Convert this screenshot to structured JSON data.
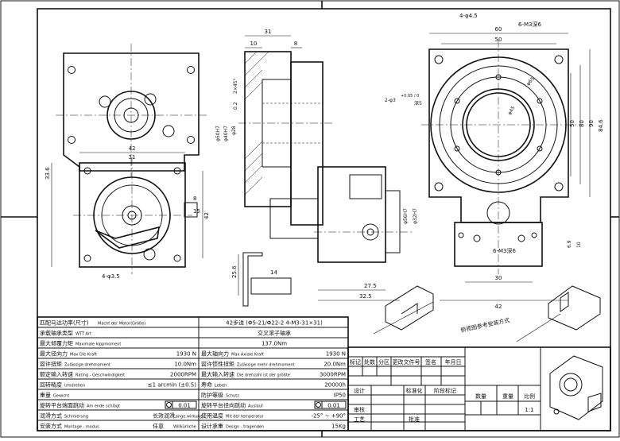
{
  "drawing": {
    "dims": {
      "d31": "31",
      "d10": "10",
      "d8": "8",
      "d2x45": "2×45°",
      "d02": "0.2",
      "d_phi50h7": "φ50H7",
      "d_phi40h7": "φ40H7",
      "d_phi28": "φ28",
      "d4phi45": "4-φ4.5",
      "d6m3": "6-M3深6",
      "d60": "60",
      "d50": "50",
      "d_phi65": "φ65",
      "d2phi3": "2-φ3",
      "d_phi3tol": "+0.05 / 0",
      "d_d8": "深5",
      "d_phi45": "φ45",
      "d50v": "50",
      "d80v": "80",
      "d90v": "90",
      "d846": "84.6",
      "d6m3b": "6-M3深6",
      "d69": "6.9",
      "d10b": "10",
      "d30": "30",
      "d42b": "42",
      "d42": "42",
      "d31b": "31",
      "d336": "33.6",
      "d42v": "42",
      "d4phi35": "4-φ3.5",
      "d8b": "8",
      "d15": "15",
      "d_phi56h": "φ56H7",
      "d_phi32h": "φ32H7",
      "d256": "25.6",
      "d275": "27.5",
      "d325": "32.5",
      "d14": "14"
    },
    "mount_note": "俯视图参考安装方式"
  },
  "spec_table": {
    "rows": [
      {
        "l_cn": "匹配马达功率(尺寸)",
        "l_de": "Macht der Motor(Größe)",
        "v": "42步进 (Φ5-21/Φ22-2 4-M3-31×31)",
        "span": true
      },
      {
        "l_cn": "承载轴承类型",
        "l_de": "WTT Art",
        "v": "交叉滚子轴承",
        "span": true
      },
      {
        "l_cn": "最大倾覆力矩",
        "l_de": "Maximale kippmoment",
        "v": "137.0Nm",
        "span": true
      },
      {
        "l_cn": "最大径向力",
        "l_de": "Max Die Kraft",
        "v": "1930 N",
        "r_cn": "最大轴向力",
        "r_de": "Max Axiale Kraft",
        "rv": "1930 N"
      },
      {
        "l_cn": "容许扭矩",
        "l_de": "Zulässige drehmoment",
        "v": "10.0Nm",
        "r_cn": "容许惯性扭矩",
        "r_de": "Zulässige mehr drehmoment",
        "rv": "20.0Nm"
      },
      {
        "l_cn": "额定输入转速",
        "l_de": "Rating - Geschwindigkeit",
        "v": "2000RPM",
        "r_cn": "最大输入转速",
        "r_de": "Die drehzahl ist der größte",
        "rv": "3000RPM"
      },
      {
        "l_cn": "回转精度",
        "l_de": "Umdrehen",
        "v": "≤1 arcmin (±0.5)",
        "r_cn": "寿命",
        "r_de": "Leben",
        "rv": "20000h"
      },
      {
        "l_cn": "重量",
        "l_de": "Gewicht",
        "v": "",
        "r_cn": "防护等级",
        "r_de": "Schutz",
        "rv": "IP50"
      },
      {
        "l_cn": "旋转平台端面跳动",
        "l_de": "Am ende schlägt",
        "v": "0.01",
        "r_cn": "旋转平台径向跳动",
        "r_de": "Auslauf",
        "rv": "0.01",
        "tol": true
      },
      {
        "l_cn": "润滑方式",
        "l_de": "Schmierung",
        "v": "长效润滑",
        "v_de": "Lange wirkung",
        "r_cn": "使用温度",
        "r_de": "Mit der temperatur",
        "rv": "-25° ~ +90°"
      },
      {
        "l_cn": "安装方式",
        "l_de": "Montage - modus",
        "v": "任意",
        "v_de": "Willkürliche",
        "r_cn": "设计承重",
        "r_de": "Design - tragenden",
        "rv": "15Kg"
      }
    ]
  },
  "title_block": {
    "headers": [
      "标记",
      "处数",
      "分区",
      "更改文件号",
      "签名",
      "年月日"
    ],
    "design": "设计",
    "std": "标准化",
    "audit": "审核",
    "process": "工艺",
    "approve": "批准",
    "stage": "阶段标记",
    "qty": "数量",
    "weight": "重量",
    "ratio": "比例",
    "ratio_val": "1:1"
  }
}
